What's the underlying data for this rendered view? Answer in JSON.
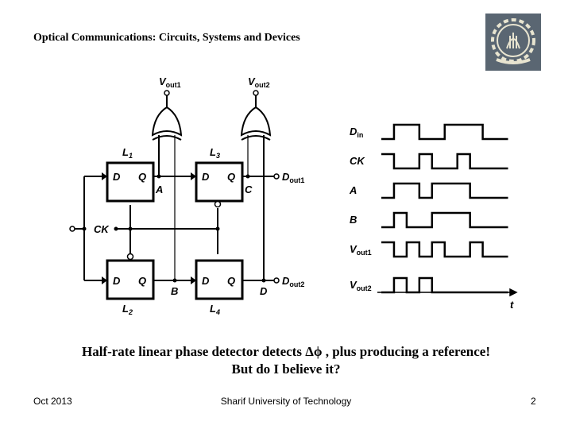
{
  "slide": {
    "title": "Optical Communications: Circuits, Systems and Devices",
    "logo": "sharif-university-logo",
    "caption_line1": "Half-rate linear phase detector detects Δϕ , plus producing a reference!",
    "caption_line2": "But do I believe it?",
    "footer": {
      "date": "Oct 2013",
      "institution": "Sharif University of Technology",
      "page_number": "2"
    }
  },
  "circuit": {
    "latches": [
      {
        "name": "L",
        "sub": "1",
        "d": "D",
        "q": "Q"
      },
      {
        "name": "L",
        "sub": "2",
        "d": "D",
        "q": "Q"
      },
      {
        "name": "L",
        "sub": "3",
        "d": "D",
        "q": "Q"
      },
      {
        "name": "L",
        "sub": "4",
        "d": "D",
        "q": "Q"
      }
    ],
    "nodes": {
      "a": "A",
      "b": "B",
      "c": "C",
      "d": "D",
      "ck": "CK"
    },
    "ports": {
      "din": {
        "main": "D",
        "sub": "in"
      },
      "dout1": {
        "main": "D",
        "sub": "out1"
      },
      "dout2": {
        "main": "D",
        "sub": "out2"
      },
      "vout1": {
        "main": "V",
        "sub": "out1"
      },
      "vout2": {
        "main": "V",
        "sub": "out2"
      }
    }
  },
  "timing": {
    "signals": [
      {
        "label": "D",
        "sub": "in",
        "levels": [
          0,
          1,
          1,
          0,
          0,
          1,
          1,
          1,
          0,
          0
        ]
      },
      {
        "label": "CK",
        "sub": "",
        "levels": [
          1,
          0,
          0,
          1,
          0,
          0,
          1,
          0,
          0,
          0
        ]
      },
      {
        "label": "A",
        "sub": "",
        "levels": [
          0,
          1,
          1,
          0,
          1,
          1,
          1,
          0,
          0,
          0
        ]
      },
      {
        "label": "B",
        "sub": "",
        "levels": [
          0,
          1,
          0,
          0,
          1,
          1,
          1,
          0,
          0,
          0
        ]
      },
      {
        "label": "V",
        "sub": "out1",
        "levels": [
          1,
          0,
          1,
          0,
          1,
          0,
          0,
          1,
          0,
          0
        ]
      },
      {
        "label": "V",
        "sub": "out2",
        "levels": [
          0,
          1,
          0,
          1,
          0,
          0,
          0,
          0,
          0,
          0
        ]
      }
    ],
    "axis_label": "t"
  }
}
